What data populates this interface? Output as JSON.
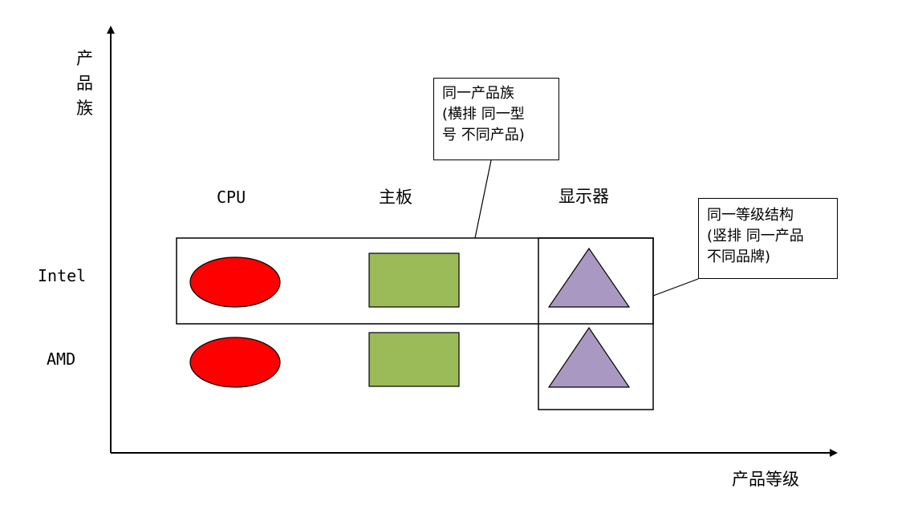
{
  "axes": {
    "y_label_chars": [
      "产",
      "品",
      "族"
    ],
    "x_label": "产品等级"
  },
  "columns": [
    "CPU",
    "主板",
    "显示器"
  ],
  "rows": [
    "Intel",
    "AMD"
  ],
  "callouts": {
    "family": {
      "lines": [
        "同一产品族",
        "(横排 同一型",
        "号 不同产品)"
      ]
    },
    "level": {
      "lines": [
        "同一等级结构",
        "(竖排 同一产品",
        "不同品牌)"
      ]
    }
  },
  "colors": {
    "ellipse": "#ff0000",
    "rectangle": "#9bbb59",
    "triangle": "#a999c2",
    "stroke": "#000000"
  }
}
